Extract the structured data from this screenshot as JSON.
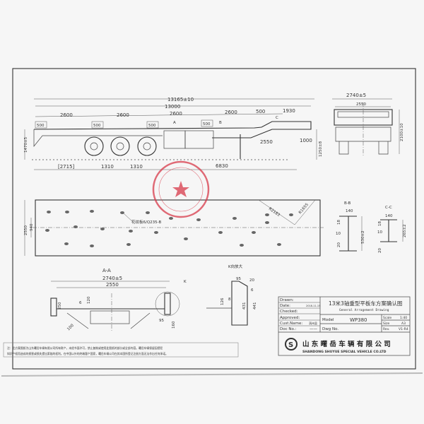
{
  "side_view": {
    "overall": "13165±10",
    "deck": "13000",
    "seg1": "2600",
    "seg2": "2600",
    "seg3": "2600",
    "seg4": "2600",
    "b1": "500",
    "b2": "500",
    "b3": "500",
    "b4": "500",
    "b5": "500",
    "gooseneck": "1930",
    "height": "1470±5",
    "kingpin_h": "1250±8",
    "d2550": "2550",
    "d1000": "1000",
    "rear": "[2715]",
    "axle1": "1310",
    "axle2": "1310",
    "d6830": "6830",
    "secA": "A",
    "secB": "B",
    "secC": "C"
  },
  "front_view": {
    "width": "2740±5",
    "inner": "2550",
    "height": "2100±10"
  },
  "plan_view": {
    "width": "2550",
    "inner": "940",
    "r1": "R2183",
    "r2": "R1655",
    "floor": "花纹板6/Q235-B"
  },
  "sections": {
    "bb": "B-B",
    "cc": "C-C",
    "bb_w": "140",
    "bb_h": "530±2",
    "bb_t1": "18",
    "bb_t2": "10",
    "bb_t3": "20",
    "cc_w": "140",
    "cc_h": "265±2",
    "cc_t1": "18",
    "cc_t2": "10",
    "cc_t3": "20"
  },
  "section_aa": {
    "title": "A-A",
    "width": "2740±5",
    "inner": "2550",
    "k": "K",
    "h250": "250",
    "t6": "6",
    "h120": "120",
    "d100": "100",
    "d95": "95",
    "d160": "160"
  },
  "detail_k": {
    "title": "K向放大",
    "d95": "95",
    "d20": "20",
    "t6": "6",
    "d126": "126",
    "d8": "8",
    "d431": "431",
    "d441": "441"
  },
  "title_block": {
    "drawn_label": "Drawn:",
    "date_label": "Date:",
    "date": "2018-11-15",
    "checked_label": "Checked:",
    "approved_label": "Approved:",
    "cust_label": "Cust.Name:",
    "cust": "涡州县",
    "doc_label": "Doc No.:",
    "doc": "——",
    "title_cn": "13米3轴重型平板车方案确认图",
    "title_en": "General Arragement Drawing",
    "model_label": "Model",
    "model": "WP380",
    "dwg_label": "Dwg No.",
    "scale_label": "Scale",
    "scale": "1:40",
    "size_label": "Size",
    "size": "A3",
    "rev_label": "Rev.",
    "rev": "V1-R4",
    "company_cn": "山 东 曙 岳 车 辆 有 限 公 司",
    "company_en": "SHANDONG SHUYUE SPECIAL VEHICLE CO.LTD"
  },
  "note": {
    "line1": "注：此方案图纸为山东曙岳车辆有限公司所有财产，未经书面许可，禁止复制或使用此图纸的部分或全部内容。曙岳车辆保留因侵犯",
    "line2": "知识产权而造成的损害或损失提出索赔的权利。在中国以外的终端客户国家，曙岳车辆公司在其本国所登记注册方面无法作出任何承诺。"
  },
  "stamp_color": "#d83a4a"
}
